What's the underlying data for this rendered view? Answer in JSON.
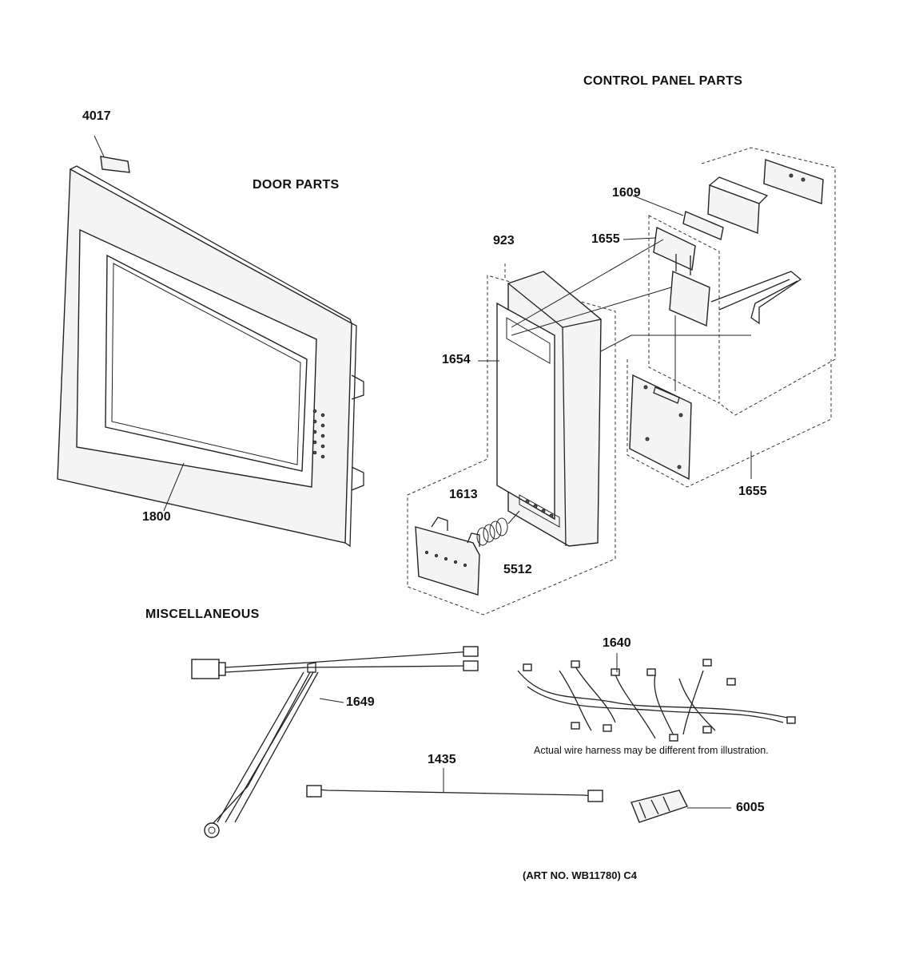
{
  "sections": {
    "control_panel": "CONTROL PANEL PARTS",
    "door": "DOOR PARTS",
    "misc": "MISCELLANEOUS"
  },
  "parts": {
    "p4017": "4017",
    "p1800": "1800",
    "p1609": "1609",
    "p1655a": "1655",
    "p923": "923",
    "p1654": "1654",
    "p1655b": "1655",
    "p1613": "1613",
    "p5512": "5512",
    "p1640": "1640",
    "p1649": "1649",
    "p1435": "1435",
    "p6005": "6005"
  },
  "note": "Actual wire harness may be different from illustration.",
  "art_no": "(ART NO. WB11780) C4"
}
